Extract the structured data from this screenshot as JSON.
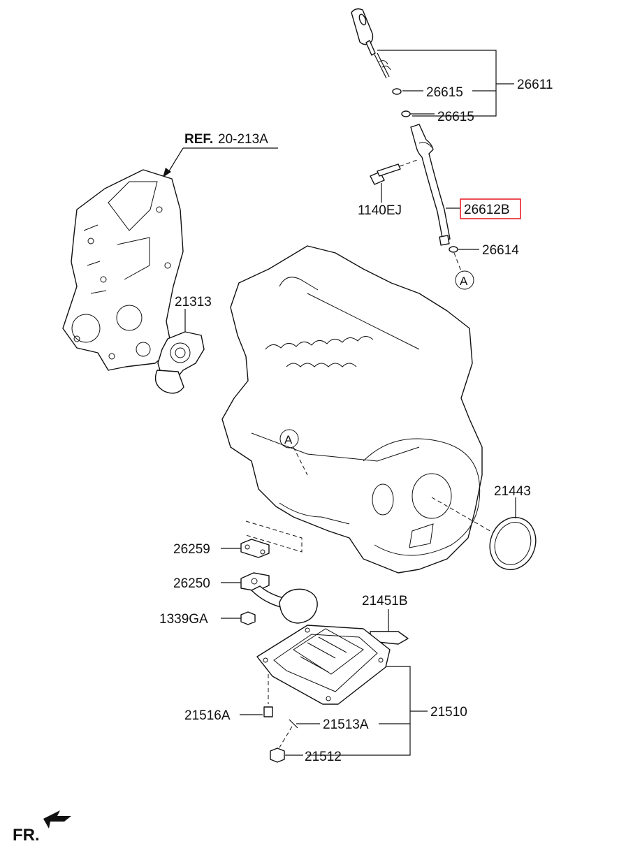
{
  "labels": {
    "p26611": "26611",
    "p26615a": "26615",
    "p26615b": "26615",
    "ref_prefix": "REF.",
    "ref_code": "20-213A",
    "p1140EJ": "1140EJ",
    "p26612B": "26612B",
    "p26614": "26614",
    "p21313": "21313",
    "p21443": "21443",
    "p26259": "26259",
    "p26250": "26250",
    "p1339GA": "1339GA",
    "p21451B": "21451B",
    "p21510": "21510",
    "p21516A": "21516A",
    "p21513A": "21513A",
    "p21512": "21512",
    "circle_a_top": "A",
    "circle_a_engine": "A",
    "fr": "FR."
  },
  "colors": {
    "highlight": "#e8222b",
    "line": "#111111"
  }
}
